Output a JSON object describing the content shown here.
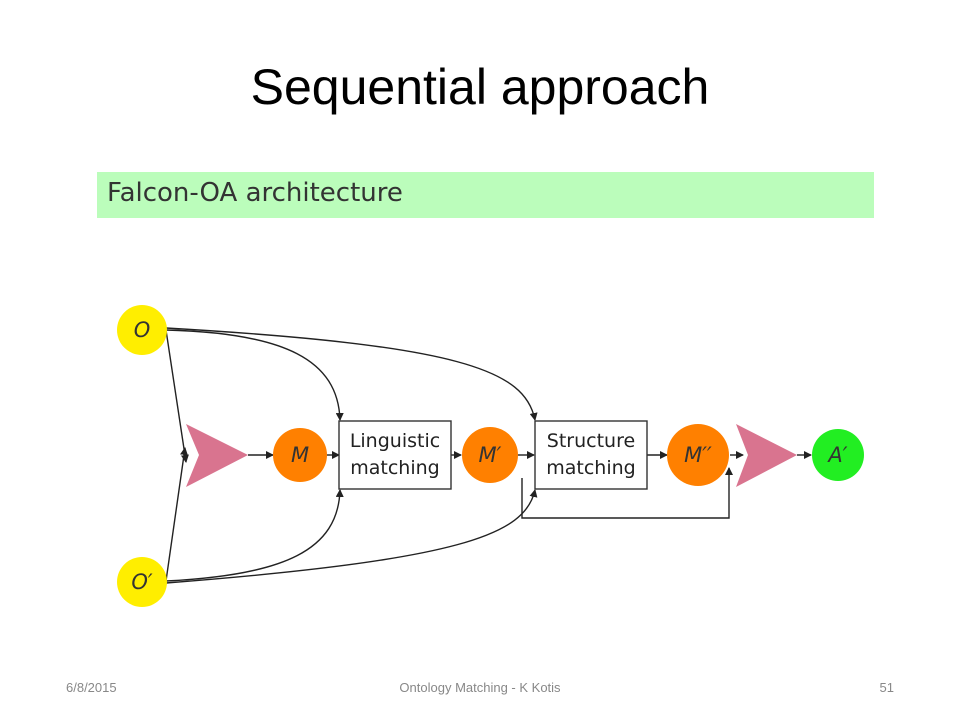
{
  "slide": {
    "title": "Sequential approach",
    "frame_title": "Falcon-OA architecture"
  },
  "diagram": {
    "nodes": {
      "o": "O",
      "o_prime": "O′",
      "m": "M",
      "m_prime": "M′",
      "m_double_prime": "M′′",
      "a_prime": "A′"
    },
    "boxes": {
      "linguistic": {
        "line1": "Linguistic",
        "line2": "matching"
      },
      "structure": {
        "line1": "Structure",
        "line2": "matching"
      }
    },
    "colors": {
      "ontology": "#ffee00",
      "mapping": "#ff8000",
      "alignment": "#22ee22",
      "arrow_shape": "#d9748f",
      "frame_header": "#bbfdbb"
    }
  },
  "footer": {
    "date": "6/8/2015",
    "center": "Ontology Matching - K Kotis",
    "page": "51"
  }
}
